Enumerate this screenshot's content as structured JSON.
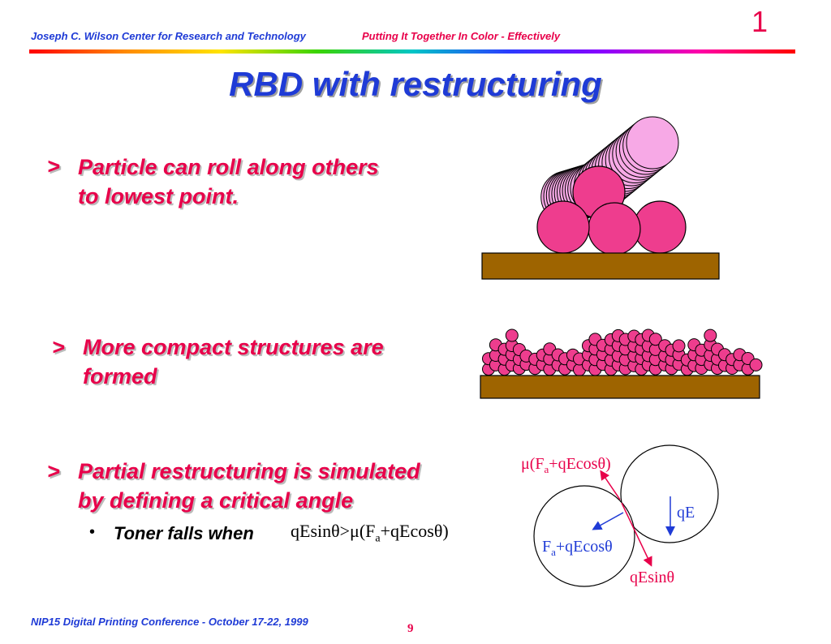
{
  "header": {
    "left": "Joseph C. Wilson Center for Research and Technology",
    "right": "Putting It Together In Color - Effectively",
    "slide_number": "1"
  },
  "title": "RBD with restructuring",
  "bullets": [
    {
      "marker": ">",
      "lines": [
        "Particle can roll along others",
        "to lowest point."
      ]
    },
    {
      "marker": ">",
      "lines": [
        "More compact structures are",
        "formed"
      ]
    },
    {
      "marker": ">",
      "lines": [
        "Partial restructuring is simulated",
        "by defining a critical angle"
      ]
    }
  ],
  "sub_bullet": {
    "marker": "•",
    "text": "Toner falls when",
    "formula": "qEsinθ>μ(Fa+qEcosθ)"
  },
  "diagram_labels": {
    "mu": "μ(F",
    "mu_sub": "a",
    "mu_tail": "+qEcosθ)",
    "qE": "qE",
    "fa": "F",
    "fa_sub": "a",
    "fa_tail": "+qEcosθ",
    "qesin": "qEsinθ"
  },
  "colors": {
    "particle": "#ee3d8e",
    "particle_light": "#f7a9e6",
    "substrate": "#9e6400",
    "red": "#e8004a",
    "blue": "#1f3bd6"
  },
  "footer": "NIP15 Digital Printing Conference - October 17-22, 1999",
  "page_number": "9"
}
